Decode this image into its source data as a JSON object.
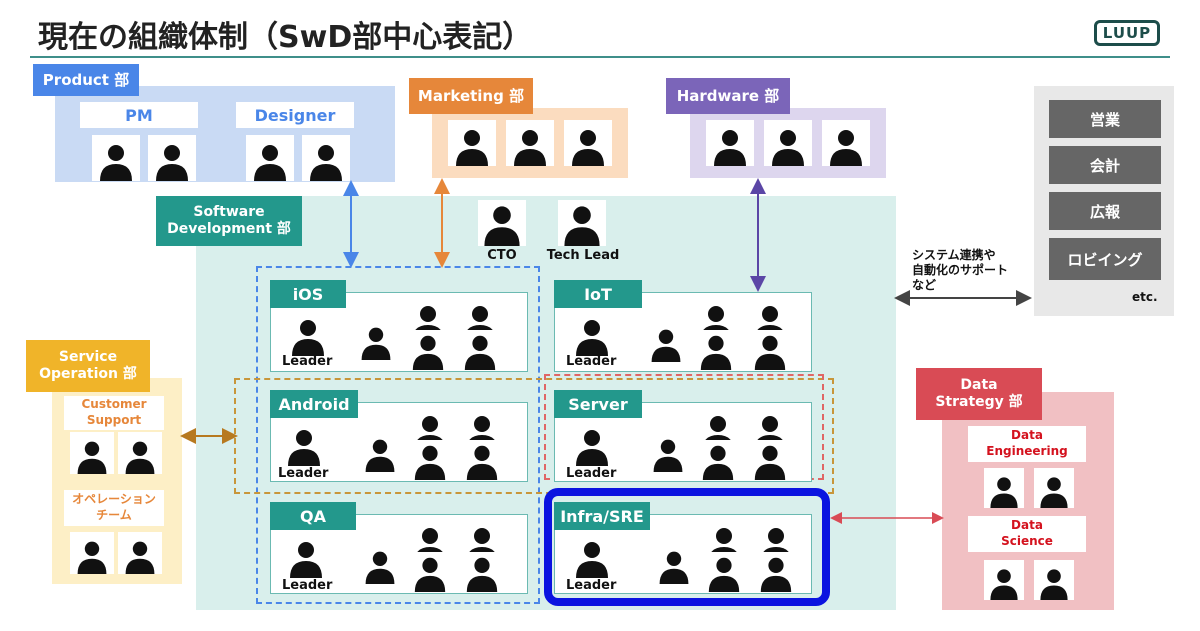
{
  "title": "現在の組織体制（SwD部中心表記）",
  "logo": "LUUP",
  "departments": {
    "product": {
      "label": "Product 部",
      "pm": "PM",
      "designer": "Designer"
    },
    "marketing": {
      "label": "Marketing 部"
    },
    "hardware": {
      "label": "Hardware 部"
    },
    "software": {
      "label": "Software\nDevelopment 部"
    },
    "service": {
      "label": "Service\nOperation 部",
      "customer_support": "Customer\nSupport",
      "operation_team": "オペレーション\nチーム"
    },
    "data": {
      "label": "Data\nStrategy 部",
      "engineering": "Data\nEngineering",
      "science": "Data\nScience"
    }
  },
  "executives": {
    "cto": "CTO",
    "tech_lead": "Tech Lead"
  },
  "teams": {
    "ios": {
      "name": "iOS",
      "leader": "Leader"
    },
    "android": {
      "name": "Android",
      "leader": "Leader"
    },
    "qa": {
      "name": "QA",
      "leader": "Leader"
    },
    "iot": {
      "name": "IoT",
      "leader": "Leader"
    },
    "server": {
      "name": "Server",
      "leader": "Leader"
    },
    "infra": {
      "name": "Infra/SRE",
      "leader": "Leader"
    }
  },
  "other": {
    "items": [
      "営業",
      "会計",
      "広報",
      "ロビイング"
    ],
    "etc": "etc.",
    "note": "システム連携や\n自動化のサポート\nなど"
  },
  "colors": {
    "product": "#4a86e8",
    "marketing": "#e6873a",
    "hardware": "#7b65b9",
    "software": "#23988c",
    "service": "#f0b429",
    "data": "#d94b55",
    "highlight": "#0b14e0"
  }
}
